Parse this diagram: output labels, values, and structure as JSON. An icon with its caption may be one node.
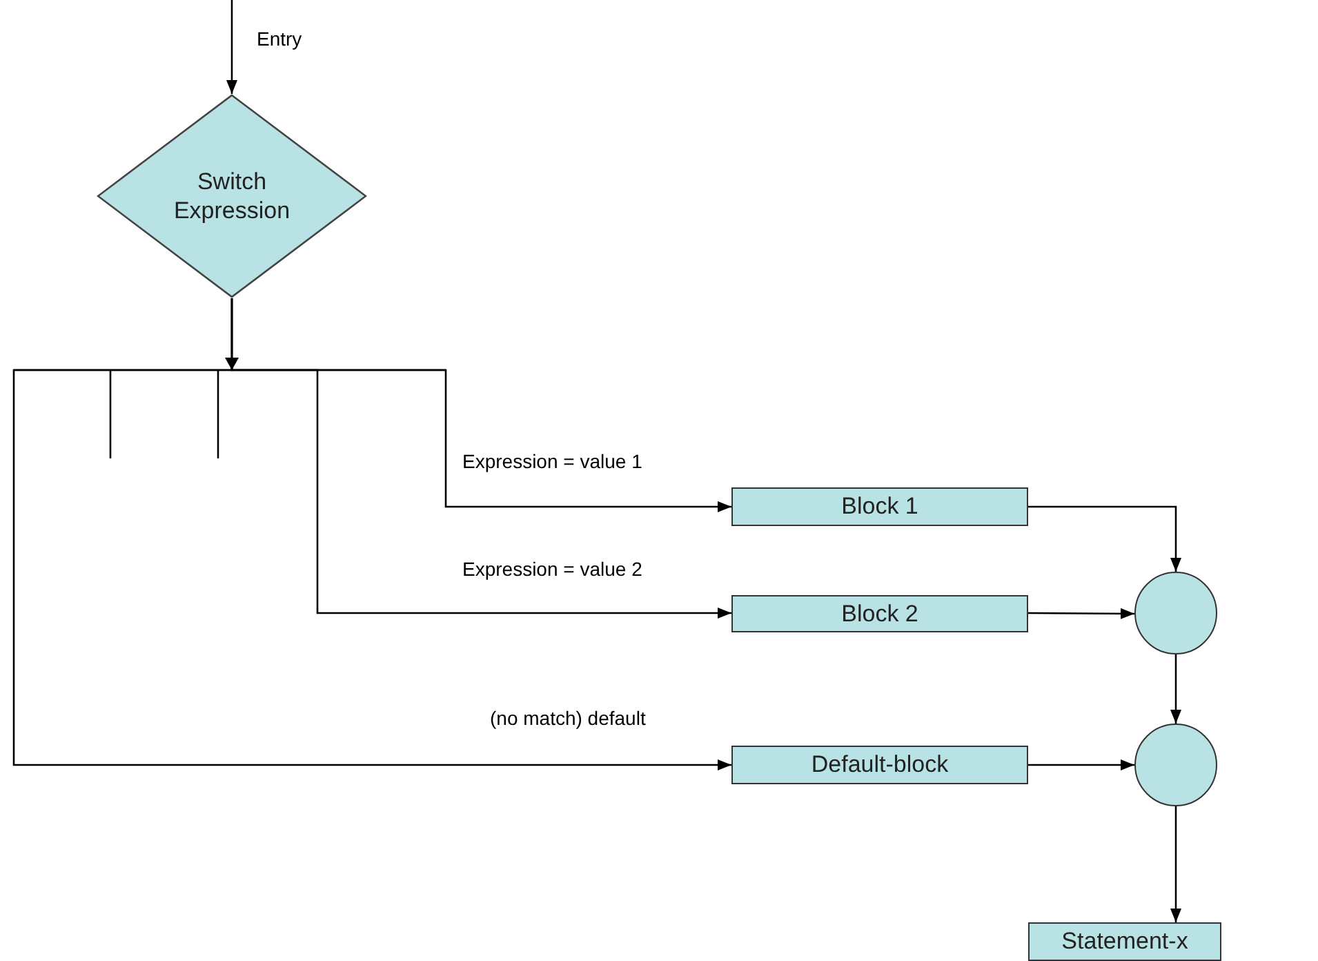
{
  "diagram": {
    "nodes": [
      {
        "text": [
          "Switch Expression"
        ]
      },
      {
        "text": [
          "Block 1"
        ]
      },
      {
        "text": [
          "Block 2"
        ]
      },
      {
        "text": [
          "Default-block"
        ]
      },
      {
        "text": [],
        "shape": "circle"
      },
      {
        "text": [],
        "shape": "circle"
      },
      {
        "text": [
          "Statement-x"
        ]
      }
    ],
    "edges": [
      {
        "from": null,
        "to": 0,
        "arrow": "to",
        "label": "Entry"
      },
      {
        "from": 0,
        "to": 1,
        "arrow": "to",
        "label": "Expression = value 1"
      },
      {
        "from": 0,
        "to": 2,
        "arrow": "to",
        "label": "Expression = value 2"
      },
      {
        "from": 0,
        "to": 3,
        "arrow": "to",
        "label": "(no match) default"
      },
      {
        "from": 1,
        "to": 4,
        "arrow": "to"
      },
      {
        "from": 2,
        "to": 4,
        "arrow": "to"
      },
      {
        "from": 4,
        "to": 5,
        "arrow": "to"
      },
      {
        "from": 3,
        "to": 5,
        "arrow": "to"
      },
      {
        "from": 5,
        "to": 6,
        "arrow": "to"
      }
    ]
  }
}
